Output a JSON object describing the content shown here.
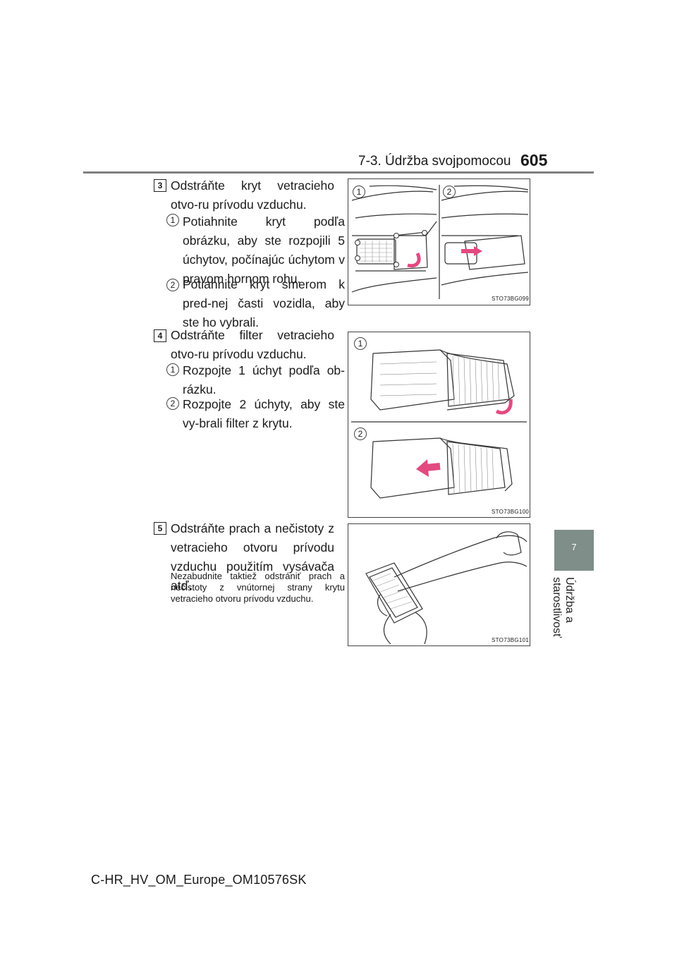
{
  "header": {
    "section": "7-3. Údržba svojpomocou",
    "page_number": "605"
  },
  "side_tab": {
    "number": "7",
    "label": "Údržba a starostlivosť"
  },
  "steps": [
    {
      "number": "3",
      "text": "Odstráňte kryt vetracieho otvo-ru prívodu vzduchu.",
      "substeps": [
        {
          "number": "1",
          "text": "Potiahnite kryt podľa obrázku, aby ste rozpojili 5 úchytov, počínajúc úchytom v pravom hornom rohu."
        },
        {
          "number": "2",
          "text": "Potiahnite kryt smerom k pred-nej časti vozidla, aby ste ho vybrali."
        }
      ],
      "figure": {
        "code": "STO73BG099",
        "markers": [
          "1",
          "2"
        ]
      }
    },
    {
      "number": "4",
      "text": "Odstráňte filter vetracieho otvo-ru prívodu vzduchu.",
      "substeps": [
        {
          "number": "1",
          "text": "Rozpojte 1 úchyt podľa ob-rázku."
        },
        {
          "number": "2",
          "text": "Rozpojte 2 úchyty, aby ste vy-brali filter z krytu."
        }
      ],
      "figure": {
        "code": "STO73BG100",
        "markers": [
          "1",
          "2"
        ]
      }
    },
    {
      "number": "5",
      "text": "Odstráňte prach a nečistoty z vetracieho otvoru prívodu vzduchu použitím vysávača atď.",
      "note": "Nezabudnite taktiež odstrániť prach a nečistoty z vnútornej strany krytu vetracieho otvoru prívodu vzduchu.",
      "figure": {
        "code": "STO73BG101"
      }
    }
  ],
  "footer": "C-HR_HV_OM_Europe_OM10576SK",
  "colors": {
    "side_tab": "#7f8e88",
    "header_rule": "#808080",
    "arrow": "#e24a80"
  },
  "icons": [
    "pink-arrow-icon",
    "vacuum-cleaner-illustration"
  ]
}
